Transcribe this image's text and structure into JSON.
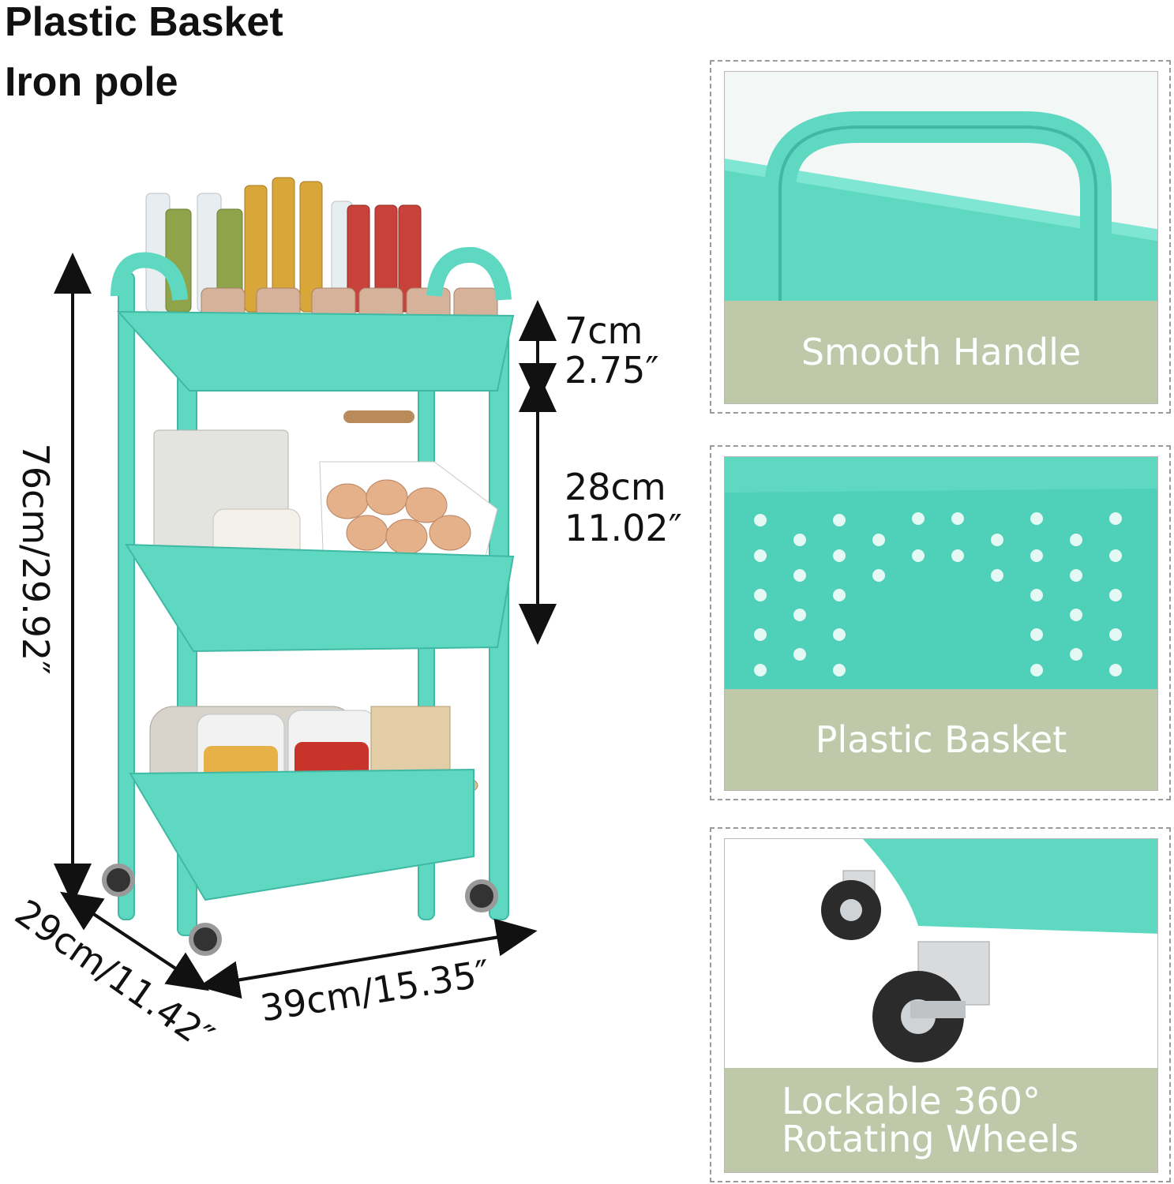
{
  "headline": {
    "line1": "Plastic Basket",
    "line2": "Iron pole"
  },
  "dimensions": {
    "top_tier_cm": "7cm",
    "top_tier_in": "2.75″",
    "middle_gap_cm": "28cm",
    "middle_gap_in": "11.02″",
    "height": "76cm/29.92″",
    "depth": "29cm/11.42″",
    "width": "39cm/15.35″"
  },
  "panels": [
    {
      "caption": "Smooth Handle"
    },
    {
      "caption": "Plastic Basket"
    },
    {
      "caption_line1": "Lockable 360°",
      "caption_line2": "Rotating Wheels"
    }
  ],
  "colors": {
    "cart_teal": "#5fd8c2",
    "caption_bg": "#bfc9aa",
    "caption_text": "#ffffff"
  }
}
